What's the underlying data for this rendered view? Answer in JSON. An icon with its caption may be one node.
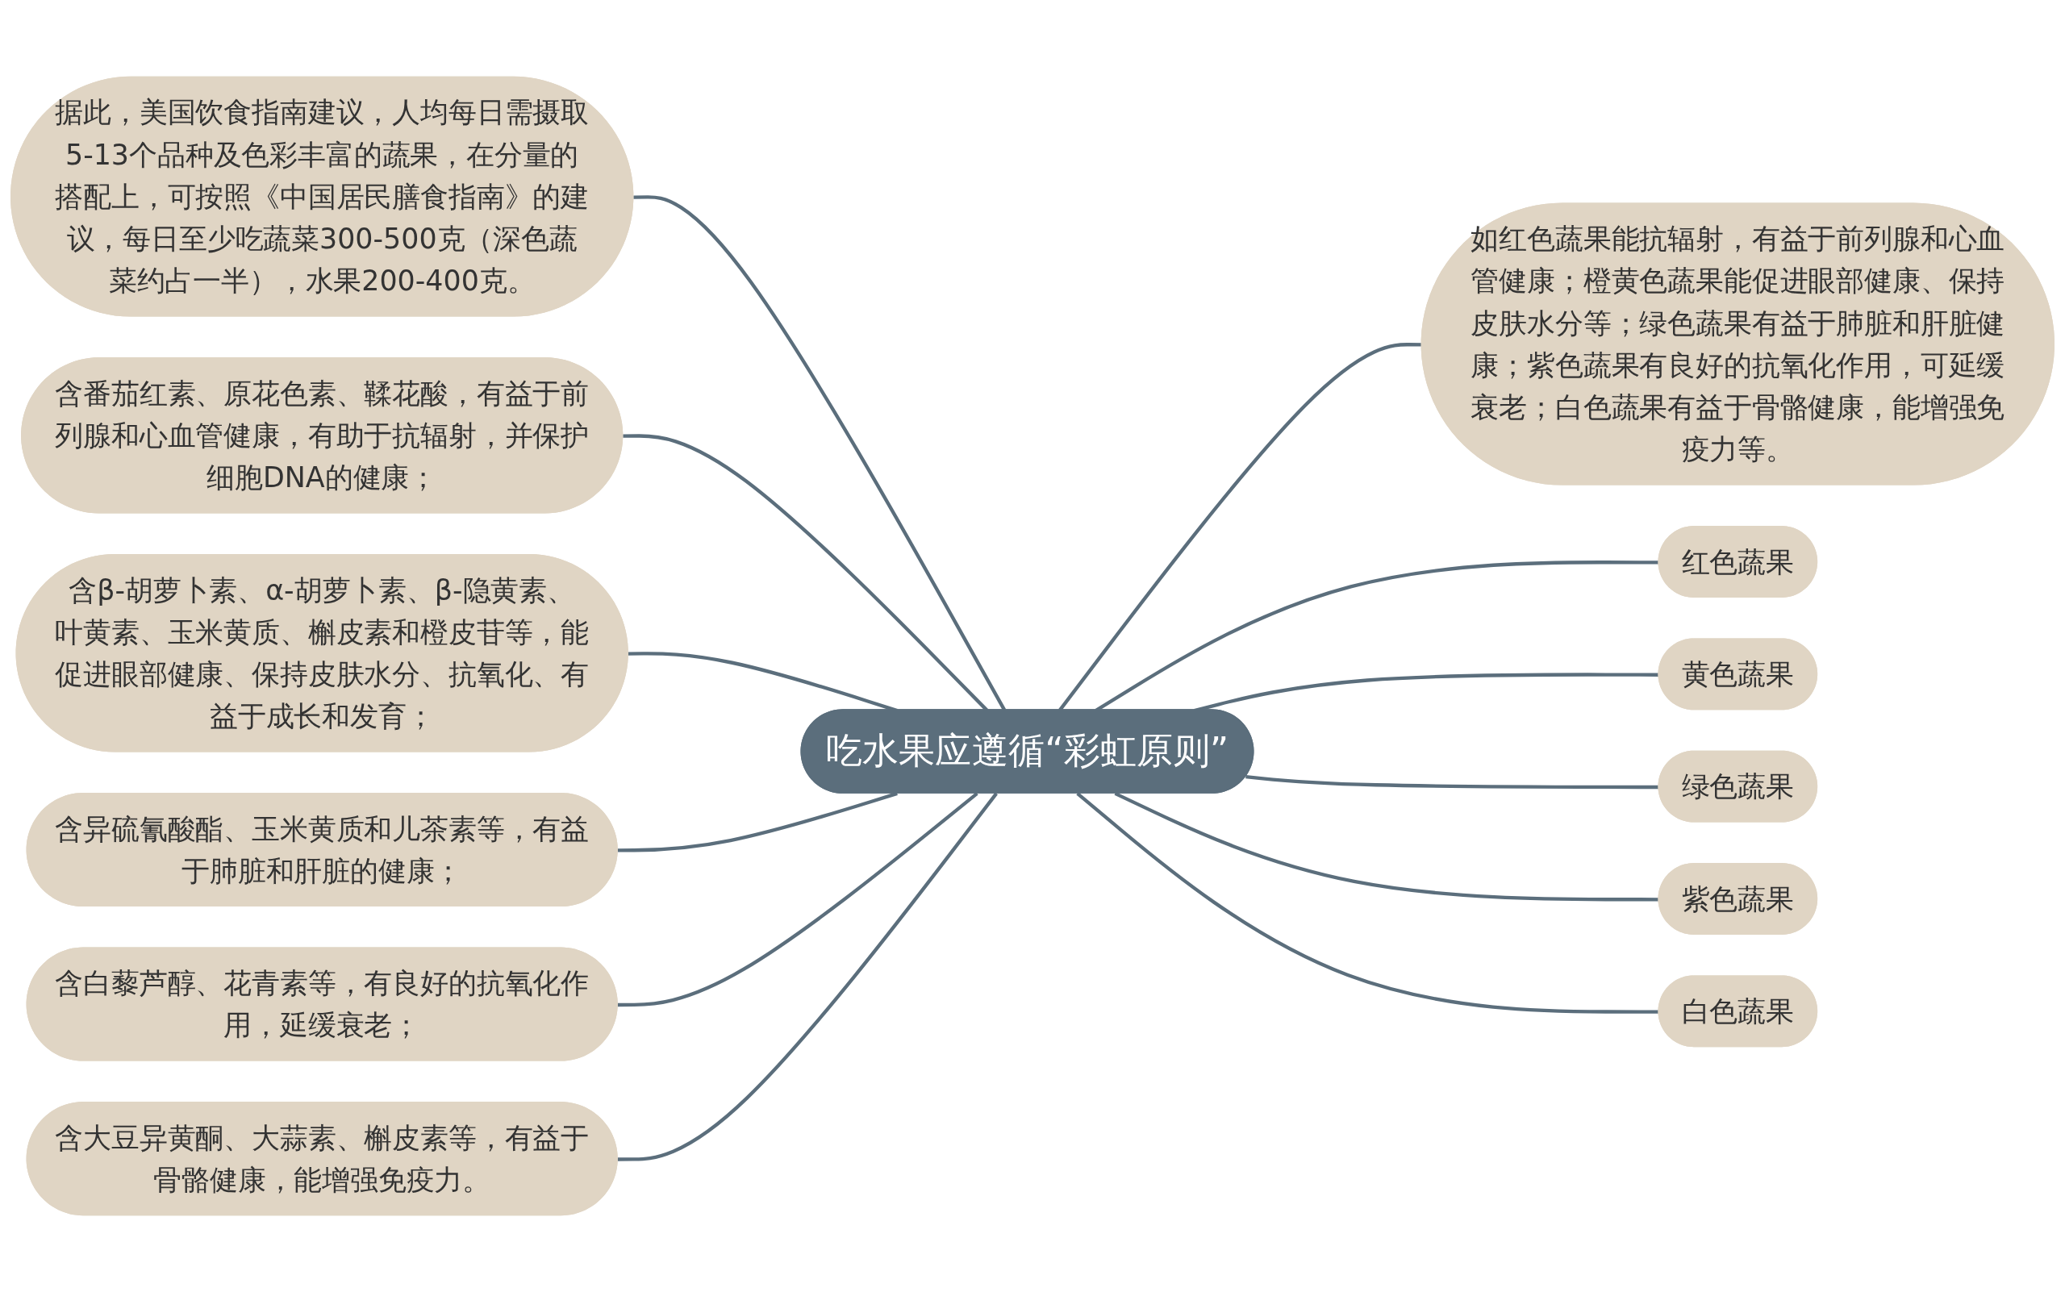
{
  "diagram": {
    "nodes": [
      {
        "text": [
          "吃水果应遵循“彩虹原则”"
        ]
      },
      {
        "text": [
          "据此，美国饮食指南建议，人均每日需摄取5-13个品种及色彩丰富的蔬果，在分量的搭配上，可按照《中国居民膳食指南》的建议，每日至少吃蔬菜300-500克（深色蔬菜约占一半），水果200-400克。"
        ]
      },
      {
        "text": [
          "含番茄红素、原花色素、鞣花酸，有益于前列腺和心血管健康，有助于抗辐射，并保护细胞DNA的健康；"
        ]
      },
      {
        "text": [
          "含β-胡萝卜素、α-胡萝卜素、β-隐黄素、叶黄素、玉米黄质、槲皮素和橙皮苷等，能促进眼部健康、保持皮肤水分、抗氧化、有益于成长和发育；"
        ]
      },
      {
        "text": [
          "含异硫氰酸酯、玉米黄质和儿茶素等，有益于肺脏和肝脏的健康；"
        ]
      },
      {
        "text": [
          "含白藜芦醇、花青素等，有良好的抗氧化作用，延缓衰老；"
        ]
      },
      {
        "text": [
          "含大豆异黄酮、大蒜素、槲皮素等，有益于骨骼健康，能增强免疫力。"
        ]
      },
      {
        "text": [
          "如红色蔬果能抗辐射，有益于前列腺和心血管健康；橙黄色蔬果能促进眼部健康、保持皮肤水分等；绿色蔬果有益于肺脏和肝脏健康；紫色蔬果有良好的抗氧化作用，可延缓衰老；白色蔬果有益于骨骼健康，能增强免疫力等。"
        ]
      },
      {
        "text": [
          "红色蔬果"
        ]
      },
      {
        "text": [
          "黄色蔬果"
        ]
      },
      {
        "text": [
          "绿色蔬果"
        ]
      },
      {
        "text": [
          "紫色蔬果"
        ]
      },
      {
        "text": [
          "白色蔬果"
        ]
      }
    ],
    "edges": [
      {
        "from": 1,
        "to": 0,
        "arrow": "none"
      },
      {
        "from": 2,
        "to": 0,
        "arrow": "none"
      },
      {
        "from": 3,
        "to": 0,
        "arrow": "none"
      },
      {
        "from": 4,
        "to": 0,
        "arrow": "none"
      },
      {
        "from": 5,
        "to": 0,
        "arrow": "none"
      },
      {
        "from": 6,
        "to": 0,
        "arrow": "none"
      },
      {
        "from": 0,
        "to": 7,
        "arrow": "none"
      },
      {
        "from": 0,
        "to": 8,
        "arrow": "none"
      },
      {
        "from": 0,
        "to": 9,
        "arrow": "none"
      },
      {
        "from": 0,
        "to": 10,
        "arrow": "none"
      },
      {
        "from": 0,
        "to": 11,
        "arrow": "none"
      },
      {
        "from": 0,
        "to": 12,
        "arrow": "none"
      }
    ]
  }
}
